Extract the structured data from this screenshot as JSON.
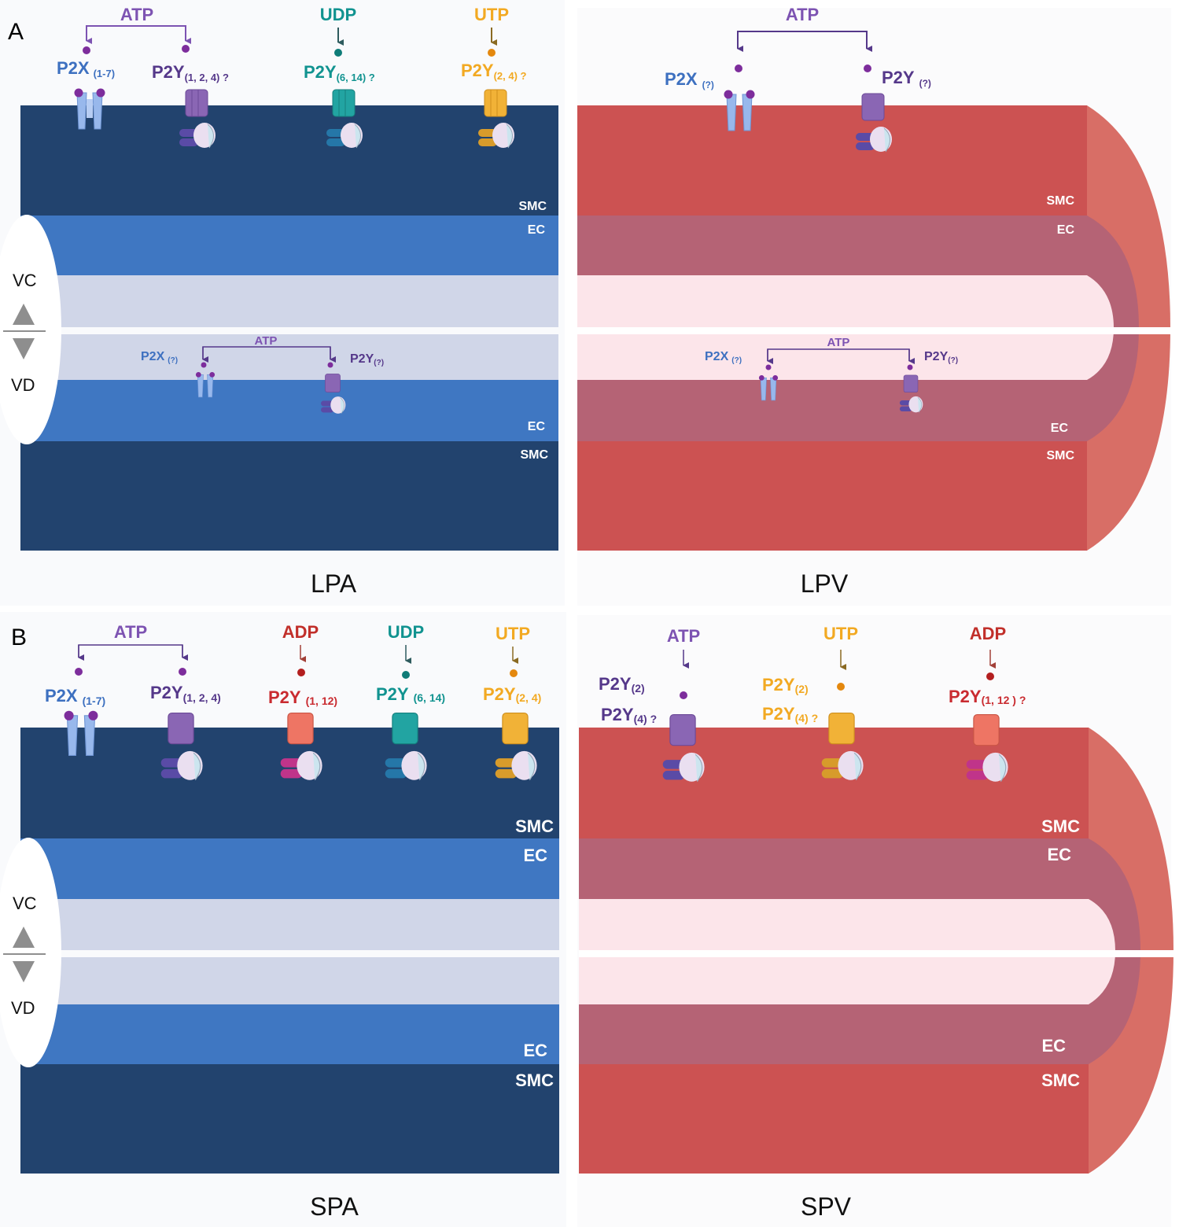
{
  "colors": {
    "art_smc": "#22436e",
    "art_ec": "#3f77c2",
    "art_lumen": "#d0d6e8",
    "vein_smc": "#cc5252",
    "vein_ec": "#b56375",
    "vein_lumen": "#fce5ea",
    "vein_cap": "#d86e66",
    "atp": "#7d53b2",
    "udp": "#119390",
    "utp": "#f2a922",
    "adp": "#c12f2a",
    "p2x": "#3d70c0",
    "p2y": "#55388a",
    "p2y_red": "#c92b30",
    "receptor_light_blue": "#98b8ec",
    "receptor_purple": "#8a66b4",
    "receptor_teal": "#22a4a2",
    "receptor_yellow": "#f1b237",
    "receptor_salmon": "#ee7564"
  },
  "panels": [
    {
      "letter": "A",
      "artery": {
        "title": "LPA",
        "labels": {
          "smc_top": "SMC",
          "ec_top": "EC",
          "ec_bottom": "EC",
          "smc_bottom": "SMC"
        },
        "vc": "VC",
        "vd": "VD",
        "top_ligands": [
          {
            "name": "ATP",
            "color": "atp",
            "branch": true
          },
          {
            "name": "UDP",
            "color": "udp",
            "branch": false
          },
          {
            "name": "UTP",
            "color": "utp",
            "branch": false
          }
        ],
        "top_receptors": [
          {
            "name": "P2X",
            "sub": "(1-7)",
            "color": "p2x"
          },
          {
            "name": "P2Y",
            "sub": "(1, 2, 4) ?",
            "color": "p2y"
          },
          {
            "name": "P2Y",
            "sub": "(6, 14) ?",
            "color": "udp"
          },
          {
            "name": "P2Y",
            "sub": "(2, 4) ?",
            "color": "utp"
          }
        ],
        "bottom_ligand": "ATP",
        "bottom_receptors": [
          {
            "name": "P2X",
            "sub": "(?)"
          },
          {
            "name": "P2Y",
            "sub": "(?)"
          }
        ]
      },
      "vein": {
        "title": "LPV",
        "labels": {
          "smc_top": "SMC",
          "ec_top": "EC",
          "ec_bottom": "EC",
          "smc_bottom": "SMC"
        },
        "top_ligand": "ATP",
        "top_receptors": [
          {
            "name": "P2X",
            "sub": "(?)"
          },
          {
            "name": "P2Y",
            "sub": "(?)"
          }
        ],
        "bottom_ligand": "ATP",
        "bottom_receptors": [
          {
            "name": "P2X",
            "sub": "(?)"
          },
          {
            "name": "P2Y",
            "sub": "(?)"
          }
        ]
      }
    },
    {
      "letter": "B",
      "artery": {
        "title": "SPA",
        "labels": {
          "smc_top": "SMC",
          "ec_top": "EC",
          "ec_bottom": "EC",
          "smc_bottom": "SMC"
        },
        "vc": "VC",
        "vd": "VD",
        "top_ligands": [
          {
            "name": "ATP",
            "color": "atp",
            "branch": true
          },
          {
            "name": "ADP",
            "color": "adp",
            "branch": false
          },
          {
            "name": "UDP",
            "color": "udp",
            "branch": false
          },
          {
            "name": "UTP",
            "color": "utp",
            "branch": false
          }
        ],
        "top_receptors": [
          {
            "name": "P2X",
            "sub": "(1-7)",
            "color": "p2x"
          },
          {
            "name": "P2Y",
            "sub": "(1, 2, 4)",
            "color": "p2y"
          },
          {
            "name": "P2Y",
            "sub": "(1, 12)",
            "color": "p2y_red"
          },
          {
            "name": "P2Y",
            "sub": "(6, 14)",
            "color": "udp"
          },
          {
            "name": "P2Y",
            "sub": "(2, 4)",
            "color": "utp"
          }
        ]
      },
      "vein": {
        "title": "SPV",
        "labels": {
          "smc_top": "SMC",
          "ec_top": "EC",
          "ec_bottom": "EC",
          "smc_bottom": "SMC"
        },
        "top_ligands": [
          {
            "name": "ATP",
            "color": "atp"
          },
          {
            "name": "UTP",
            "color": "utp"
          },
          {
            "name": "ADP",
            "color": "adp"
          }
        ],
        "top_receptors": [
          {
            "line1_name": "P2Y",
            "line1_sub": "(2)",
            "line2_name": "P2Y",
            "line2_sub": "(4) ?",
            "color": "p2y"
          },
          {
            "line1_name": "P2Y",
            "line1_sub": "(2)",
            "line2_name": "P2Y",
            "line2_sub": "(4) ?",
            "color": "utp"
          },
          {
            "name": "P2Y",
            "sub": "(1, 12 ) ?",
            "color": "p2y_red"
          }
        ]
      }
    }
  ]
}
